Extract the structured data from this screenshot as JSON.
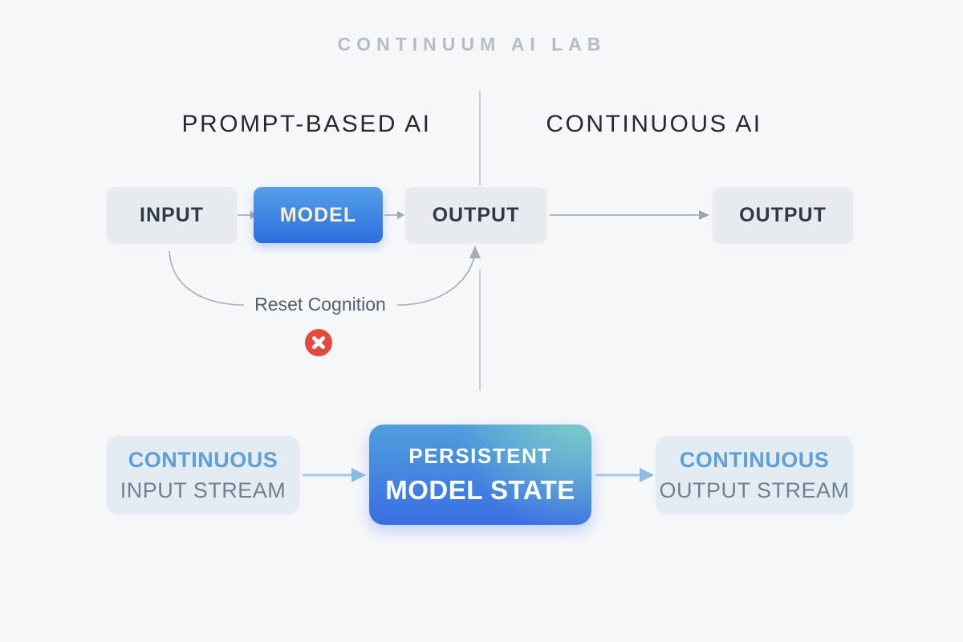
{
  "brand": {
    "title": "CONTINUUM AI LAB"
  },
  "sections": {
    "left_title": "PROMPT-BASED AI",
    "right_title": "CONTINUOUS AI"
  },
  "top_flow": {
    "input_label": "INPUT",
    "model_label": "MODEL",
    "output_label": "OUTPUT",
    "right_output_label": "OUTPUT"
  },
  "reset": {
    "label": "Reset Cognition",
    "icon": "x-circle-icon"
  },
  "bottom_flow": {
    "input_stream": {
      "line1": "CONTINUOUS",
      "line2": "INPUT STREAM"
    },
    "model_state": {
      "line1": "PERSISTENT",
      "line2": "MODEL STATE"
    },
    "output_stream": {
      "line1": "CONTINUOUS",
      "line2": "OUTPUT STREAM"
    }
  },
  "colors": {
    "background": "#f6f7f9",
    "node_gray": "#e7eaee",
    "node_gray_text": "#2f3a48",
    "model_gradient_start": "#54a0e9",
    "model_gradient_end": "#2d6edd",
    "state_teal_accent": "#80cec8",
    "state_gradient_end": "#3a6fe3",
    "model_label_text": "#f8f1c9",
    "stream_box_bg": "#e3ecf3",
    "stream_accent_text": "#5d9fd6",
    "stream_sub_text": "#71808f",
    "arrow_gray": "#9aa5b1",
    "arrow_blue": "#8bbce4",
    "line_gray": "#c8ced6",
    "error_red": "#e2493f",
    "header_text": "#26292f",
    "brand_text": "#b6bcc4",
    "reset_text": "#545e6c"
  }
}
